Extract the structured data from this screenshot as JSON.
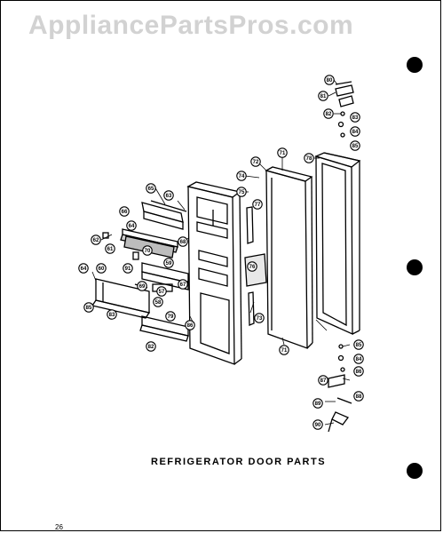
{
  "watermark": "AppliancePartsPros.com",
  "caption": "REFRIGERATOR DOOR PARTS",
  "page_number": "26",
  "callouts": [
    {
      "id": "c80",
      "label": "80"
    },
    {
      "id": "c81",
      "label": "81"
    },
    {
      "id": "c82",
      "label": "82"
    },
    {
      "id": "c83",
      "label": "83"
    },
    {
      "id": "c84",
      "label": "84"
    },
    {
      "id": "c85",
      "label": "85"
    },
    {
      "id": "c78",
      "label": "78"
    },
    {
      "id": "c71a",
      "label": "71"
    },
    {
      "id": "c72",
      "label": "72"
    },
    {
      "id": "c74",
      "label": "74"
    },
    {
      "id": "c75",
      "label": "75"
    },
    {
      "id": "c77",
      "label": "77"
    },
    {
      "id": "c65",
      "label": "65"
    },
    {
      "id": "c63",
      "label": "63"
    },
    {
      "id": "c66",
      "label": "66"
    },
    {
      "id": "c64",
      "label": "64"
    },
    {
      "id": "c62",
      "label": "62"
    },
    {
      "id": "c61",
      "label": "61"
    },
    {
      "id": "c68",
      "label": "68"
    },
    {
      "id": "c70",
      "label": "70"
    },
    {
      "id": "c76",
      "label": "76"
    },
    {
      "id": "c64b",
      "label": "64"
    },
    {
      "id": "c60",
      "label": "60"
    },
    {
      "id": "c91",
      "label": "91"
    },
    {
      "id": "c59",
      "label": "59"
    },
    {
      "id": "c67",
      "label": "67"
    },
    {
      "id": "c69",
      "label": "69"
    },
    {
      "id": "c85b",
      "label": "85"
    },
    {
      "id": "c83b",
      "label": "83"
    },
    {
      "id": "c79",
      "label": "79"
    },
    {
      "id": "c86",
      "label": "86"
    },
    {
      "id": "c73",
      "label": "73"
    },
    {
      "id": "c71b",
      "label": "71"
    },
    {
      "id": "c82b",
      "label": "82"
    },
    {
      "id": "c85c",
      "label": "85"
    },
    {
      "id": "c84b",
      "label": "84"
    },
    {
      "id": "c86b",
      "label": "86"
    },
    {
      "id": "c87",
      "label": "87"
    },
    {
      "id": "c88",
      "label": "88"
    },
    {
      "id": "c89",
      "label": "89"
    },
    {
      "id": "c90",
      "label": "90"
    },
    {
      "id": "c58",
      "label": "58"
    },
    {
      "id": "c57",
      "label": "57"
    }
  ]
}
